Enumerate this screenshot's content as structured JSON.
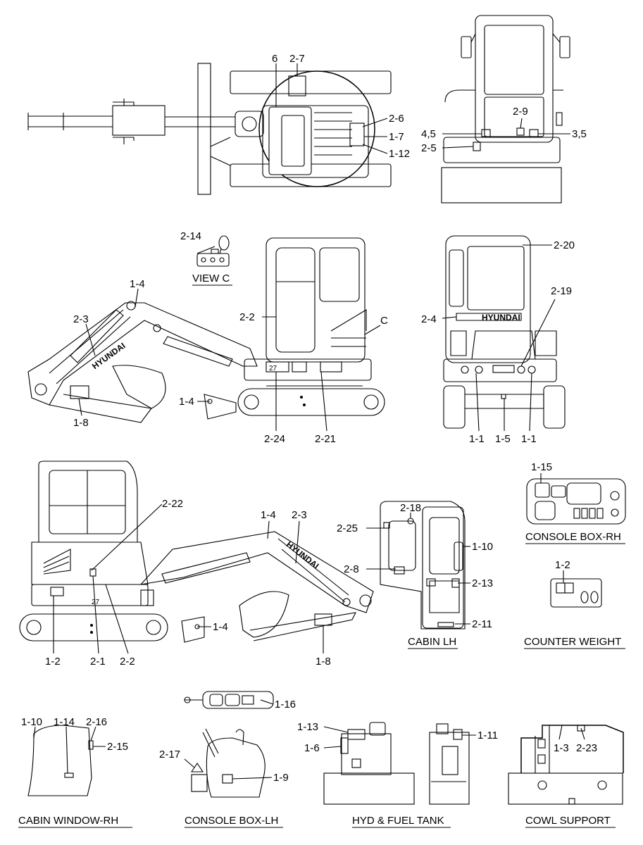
{
  "callouts": {
    "top_6": "6",
    "top_2_7": "2-7",
    "top_2_6": "2-6",
    "top_1_7": "1-7",
    "top_1_12": "1-12",
    "rear_2_9": "2-9",
    "rear_4_5": "4,5",
    "rear_3_5": "3,5",
    "rear_2_5": "2-5",
    "viewc_2_14": "2-14",
    "side_1_4a": "1-4",
    "side_2_3": "2-3",
    "side_2_2": "2-2",
    "side_c": "C",
    "side_1_4b": "1-4",
    "side_1_8": "1-8",
    "side_2_24": "2-24",
    "side_2_21": "2-21",
    "front_2_20": "2-20",
    "front_2_19": "2-19",
    "front_2_4": "2-4",
    "front_1_1a": "1-1",
    "front_1_5": "1-5",
    "front_1_1b": "1-1",
    "left_2_22": "2-22",
    "left_1_4a": "1-4",
    "left_2_3": "2-3",
    "left_1_4b": "1-4",
    "left_1_2": "1-2",
    "left_2_1": "2-1",
    "left_2_2": "2-2",
    "left_1_8": "1-8",
    "cab_2_18": "2-18",
    "cab_2_25": "2-25",
    "cab_1_10": "1-10",
    "cab_2_8": "2-8",
    "cab_2_13": "2-13",
    "cab_2_11": "2-11",
    "cbr_1_15": "1-15",
    "cw_1_2": "1-2",
    "win_1_10": "1-10",
    "win_1_14": "1-14",
    "win_2_16": "2-16",
    "win_2_15": "2-15",
    "cbl_1_16": "1-16",
    "cbl_2_17": "2-17",
    "cbl_1_9": "1-9",
    "tank_1_13": "1-13",
    "tank_1_6": "1-6",
    "tank_1_11": "1-11",
    "cowl_1_3": "1-3",
    "cowl_2_23": "2-23"
  },
  "titles": {
    "view_c": "VIEW C",
    "console_box_rh": "CONSOLE BOX-RH",
    "cabin_lh": "CABIN LH",
    "counter_weight": "COUNTER WEIGHT",
    "cabin_window_rh": "CABIN WINDOW-RH",
    "console_box_lh": "CONSOLE BOX-LH",
    "hyd_fuel_tank": "HYD & FUEL TANK",
    "cowl_support": "COWL SUPPORT"
  },
  "decals": {
    "hyundai_boom_side": "HYUNDAI",
    "hyundai_rear": "HYUNDAI",
    "hyundai_boom_left": "HYUNDAI",
    "model_side": "27",
    "model_left": "27"
  }
}
